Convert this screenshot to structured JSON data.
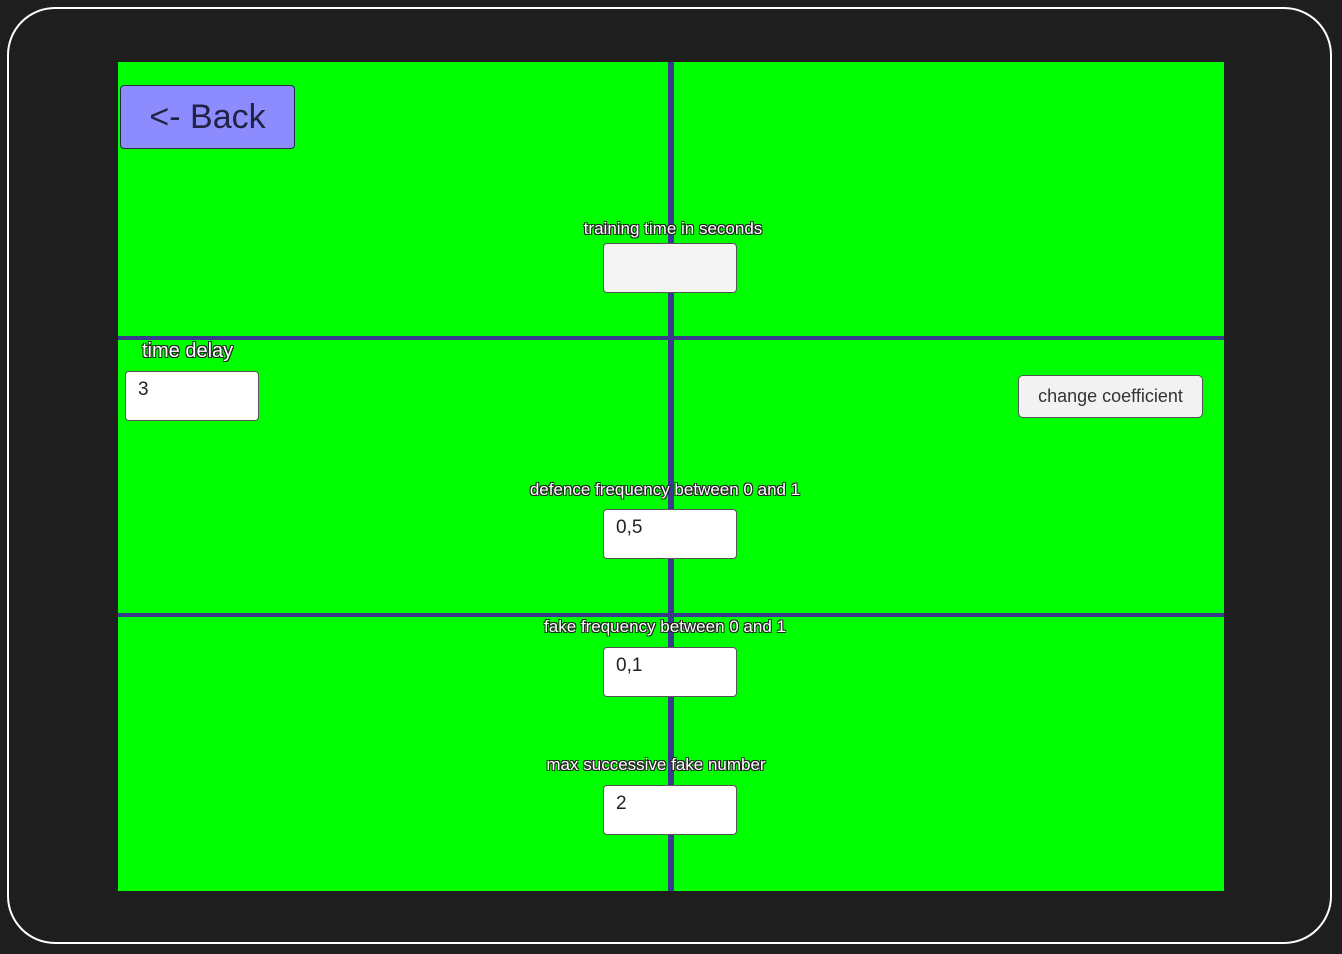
{
  "back_button": {
    "label": "<- Back"
  },
  "training_time": {
    "label": "training time in seconds",
    "value": ""
  },
  "time_delay": {
    "label": "time delay",
    "value": "3"
  },
  "change_coefficient": {
    "label": "change coefficient"
  },
  "defence_frequency": {
    "label": "defence frequency between 0 and 1",
    "value": "0,5"
  },
  "fake_frequency": {
    "label": "fake frequency between 0 and 1",
    "value": "0,1"
  },
  "max_successive_fake": {
    "label": "max successive fake number",
    "value": "2"
  },
  "colors": {
    "background": "#00ff00",
    "divider": "#3a3a8c",
    "back_button": "#8c8cff",
    "frame": "#1e1e1e"
  }
}
